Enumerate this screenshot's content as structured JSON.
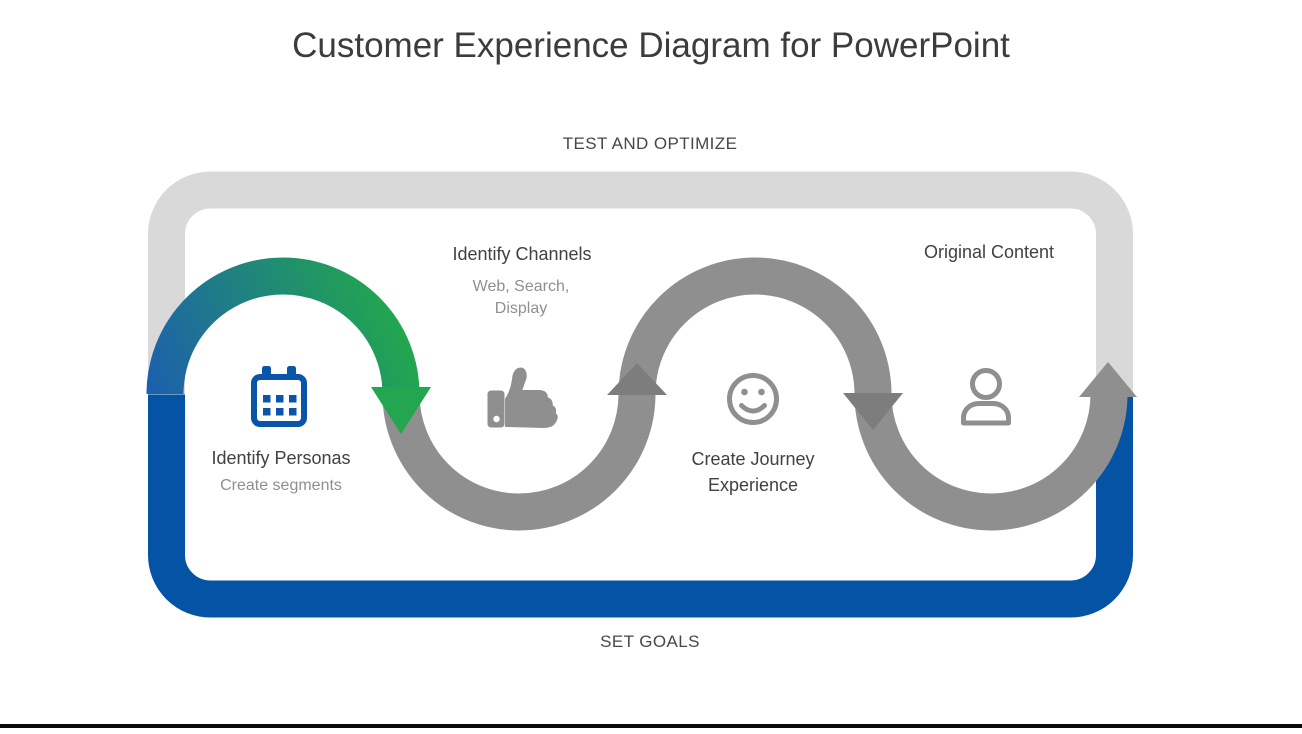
{
  "title": "Customer Experience Diagram for PowerPoint",
  "zones": {
    "top": "TEST AND OPTIMIZE",
    "bottom": "SET GOALS"
  },
  "steps": [
    {
      "icon": "calendar-icon",
      "label": "Identify Personas",
      "sublabel": "Create segments"
    },
    {
      "icon": "thumbs-up-icon",
      "label": "Identify Channels",
      "sublabel_line1": "Web, Search,",
      "sublabel_line2": "Display"
    },
    {
      "icon": "smiley-icon",
      "label_line1": "Create Journey",
      "label_line2": "Experience"
    },
    {
      "icon": "person-icon",
      "label": "Original Content"
    }
  ],
  "colors": {
    "frame_gray": "#d9d9d9",
    "frame_blue": "#0553a5",
    "arc_blue": "#1c5fae",
    "arc_green": "#22a64f",
    "path_gray": "#8f8f8f",
    "chevron_gray": "#7d7d7d",
    "icon_blue": "#0b55a8",
    "icon_gray": "#8f8f8f",
    "heading_text": "#414141",
    "subtext_gray": "#8f8f8f",
    "title_text": "#3c3c3c"
  }
}
